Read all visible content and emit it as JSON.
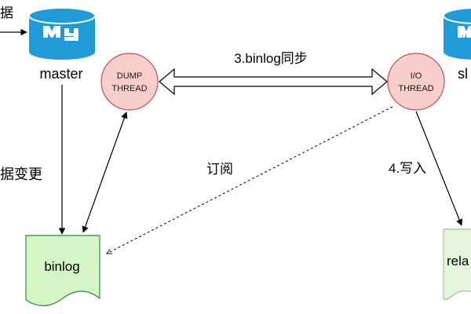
{
  "colors": {
    "db_blue": "#1f9bd7",
    "thread_fill": "#f8cecc",
    "thread_stroke": "#b85450",
    "doc_fill": "#d5f5c6",
    "doc_stroke": "#2e8b3a",
    "relay_fill": "#e6f5dd",
    "relay_stroke": "#9cc58c"
  },
  "icons": {
    "master_db": "mysql-database-icon",
    "slave_db": "mysql-database-icon"
  },
  "labels": {
    "left_edge_top": "据",
    "left_edge_mid": "据变更",
    "master": "master",
    "slave_partial": "sl",
    "dump_thread_line1": "DUMP",
    "dump_thread_line2": "THREAD",
    "io_thread_line1": "I/O",
    "io_thread_line2": "THREAD",
    "binlog_sync": "3.binlog同步",
    "subscribe": "订阅",
    "write_in": "4.写入",
    "binlog_doc": "binlog",
    "relay_partial": "rela"
  }
}
